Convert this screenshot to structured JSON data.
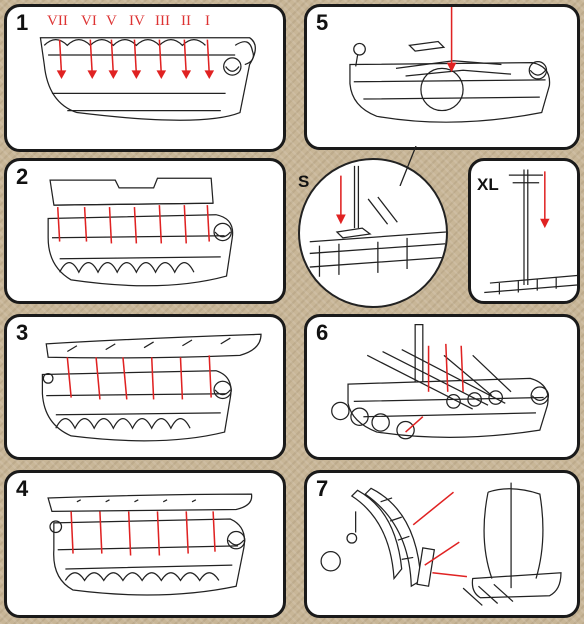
{
  "panels": {
    "p1": {
      "step": "1",
      "numerals": [
        "VII",
        "VI",
        "V",
        "IV",
        "III",
        "II",
        "I"
      ]
    },
    "p2": {
      "step": "2"
    },
    "p3": {
      "step": "3"
    },
    "p4": {
      "step": "4"
    },
    "p5": {
      "step": "5"
    },
    "p6": {
      "step": "6"
    },
    "p7": {
      "step": "7"
    }
  },
  "variants": {
    "small": "S",
    "large": "XL"
  },
  "colors": {
    "accent": "#e02222",
    "outline": "#1a1a1a",
    "background": "#c8b697"
  }
}
